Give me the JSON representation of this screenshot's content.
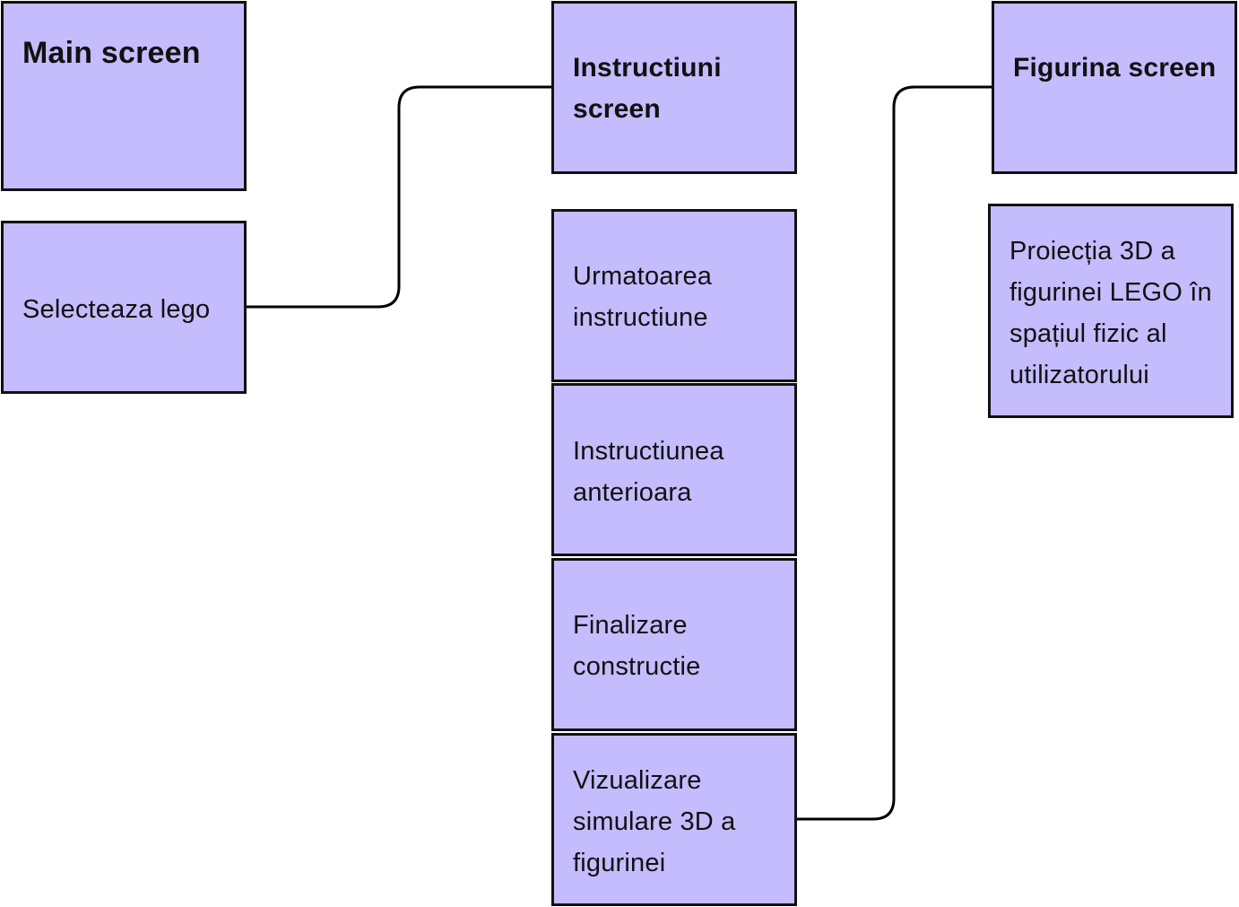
{
  "colors": {
    "box_fill": "#c4bcfd",
    "border": "#111111",
    "connector": "#000000"
  },
  "boxes": {
    "main_screen": "Main screen",
    "selecteaza_lego": "Selecteaza lego",
    "instructiuni_screen": "Instructiuni screen",
    "urmatoarea_instructiune": "Urmatoarea instructiune",
    "instructiunea_anterioara": "Instructiunea anterioara",
    "finalizare_constructie": "Finalizare constructie",
    "vizualizare_simulare": "Vizualizare simulare 3D a figurinei",
    "figurina_screen": "Figurina screen",
    "proiectia": "Proiecția 3D a figurinei LEGO în spațiul fizic al utilizatorului"
  }
}
